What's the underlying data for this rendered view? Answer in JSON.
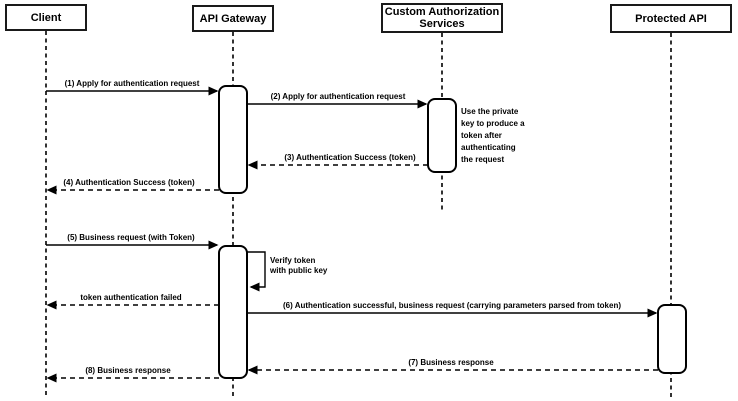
{
  "diagram": {
    "type": "sequence",
    "participants": [
      {
        "id": "client",
        "label": "Client"
      },
      {
        "id": "api-gateway",
        "label": "API Gateway"
      },
      {
        "id": "custom-auth",
        "label": "Custom Authorization Services"
      },
      {
        "id": "protected-api",
        "label": "Protected API"
      }
    ],
    "messages": [
      {
        "seq": "1",
        "label": "(1) Apply for authentication request",
        "from": "client",
        "to": "api-gateway",
        "style": "solid"
      },
      {
        "seq": "2",
        "label": "(2) Apply for authentication request",
        "from": "api-gateway",
        "to": "custom-auth",
        "style": "solid"
      },
      {
        "seq": "3",
        "label": "(3) Authentication Success (token)",
        "from": "custom-auth",
        "to": "api-gateway",
        "style": "dashed"
      },
      {
        "seq": "4",
        "label": "(4) Authentication Success (token)",
        "from": "api-gateway",
        "to": "client",
        "style": "dashed"
      },
      {
        "seq": "5",
        "label": "(5) Business request (with Token)",
        "from": "client",
        "to": "api-gateway",
        "style": "solid"
      },
      {
        "seq": "",
        "label": "token authentication failed",
        "from": "api-gateway",
        "to": "client",
        "style": "dashed"
      },
      {
        "seq": "6",
        "label": "(6) Authentication successful, business request (carrying parameters parsed from token)",
        "from": "api-gateway",
        "to": "protected-api",
        "style": "solid"
      },
      {
        "seq": "7",
        "label": "(7) Business response",
        "from": "protected-api",
        "to": "api-gateway",
        "style": "dashed"
      },
      {
        "seq": "8",
        "label": "(8) Business response",
        "from": "api-gateway",
        "to": "client",
        "style": "dashed"
      }
    ],
    "self_message": {
      "on": "api-gateway",
      "label": "Verify token\nwith public key"
    },
    "note": {
      "attached_to": "custom-auth",
      "label": "Use the private\nkey to produce a\ntoken after\nauthenticating\nthe request"
    },
    "colors": {
      "background": "#ffffff",
      "line": "#000000",
      "box_border": "#1a1a1a",
      "box_fill": "#ffffff",
      "text": "#000000"
    }
  }
}
